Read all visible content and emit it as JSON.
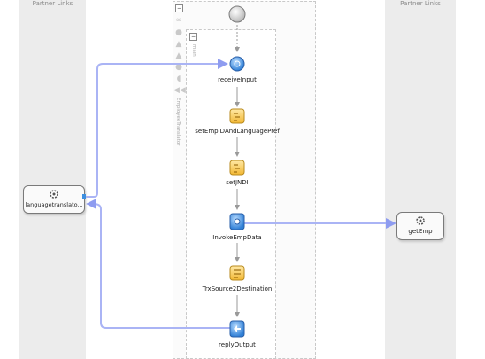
{
  "lanes": {
    "left_title": "Partner Links",
    "right_title": "Partner Links"
  },
  "partner_links": {
    "left": "languagetranslato...",
    "right": "getEmp"
  },
  "scope": {
    "main_label": "main",
    "process_label": "EmployeeTranslator"
  },
  "activities": [
    {
      "label": "receiveInput",
      "kind": "receive"
    },
    {
      "label": "setEmpIDAndLanguagePref",
      "kind": "assign"
    },
    {
      "label": "setJNDI",
      "kind": "assign"
    },
    {
      "label": "InvokeEmpData",
      "kind": "invoke"
    },
    {
      "label": "TrxSource2Destination",
      "kind": "transform"
    },
    {
      "label": "replyOutput",
      "kind": "reply"
    }
  ],
  "colors": {
    "lane_bg": "#ececec",
    "link_line": "#aab4f5",
    "flow_line": "#9a9a9a",
    "node_blue": "#3d8fe0",
    "node_yellow": "#f6c94a"
  },
  "icons": {
    "start": "start-circle-icon",
    "receive": "receive-icon",
    "assign": "assign-icon",
    "invoke": "invoke-icon",
    "reply": "reply-icon",
    "partner": "gear-icon"
  }
}
